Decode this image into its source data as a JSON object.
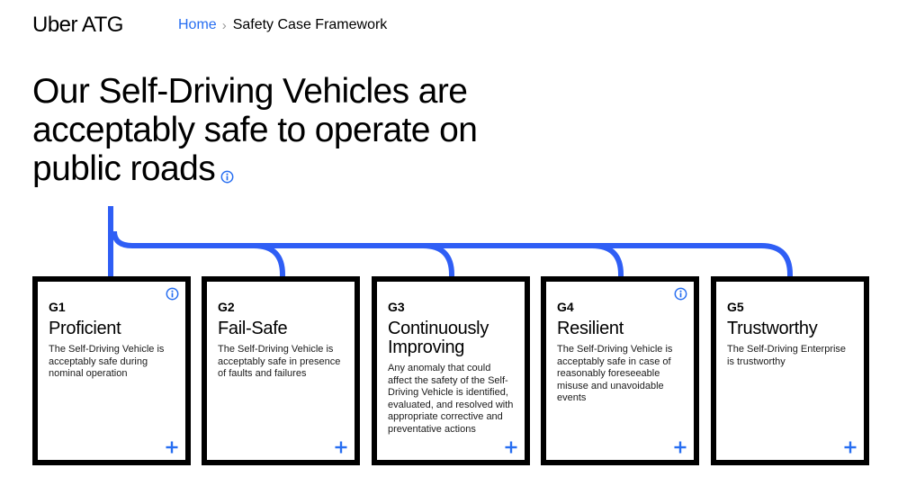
{
  "header": {
    "logo_text": "Uber ATG",
    "breadcrumb": {
      "home": "Home",
      "separator": "›",
      "current": "Safety Case Framework"
    }
  },
  "main": {
    "headline_lines": [
      "Our Self-Driving Vehicles are",
      "acceptably safe to operate on",
      "public roads"
    ]
  },
  "goals": [
    {
      "id": "G1",
      "title_lines": [
        "Proficient"
      ],
      "description": "The Self-Driving Vehicle is acceptably safe during nominal operation",
      "has_info": true
    },
    {
      "id": "G2",
      "title_lines": [
        "Fail-Safe"
      ],
      "description": "The Self-Driving Vehicle is acceptably safe in presence of faults and failures",
      "has_info": false
    },
    {
      "id": "G3",
      "title_lines": [
        "Continuously",
        "Improving"
      ],
      "description": "Any anomaly that could affect the safety of the Self-Driving Vehicle is identified, evaluated, and resolved with appropriate corrective and preventative actions",
      "has_info": false
    },
    {
      "id": "G4",
      "title_lines": [
        "Resilient"
      ],
      "description": "The Self-Driving Vehicle is acceptably safe in case of reasonably foreseeable misuse and unavoidable events",
      "has_info": true
    },
    {
      "id": "G5",
      "title_lines": [
        "Trustworthy"
      ],
      "description": "The Self-Driving Enterprise is trustworthy",
      "has_info": false
    }
  ],
  "colors": {
    "accent": "#276ef1",
    "connector": "#2f5ef5",
    "card_border": "#000000"
  },
  "icons": {
    "info": "info-circle-icon",
    "expand": "plus-icon"
  }
}
